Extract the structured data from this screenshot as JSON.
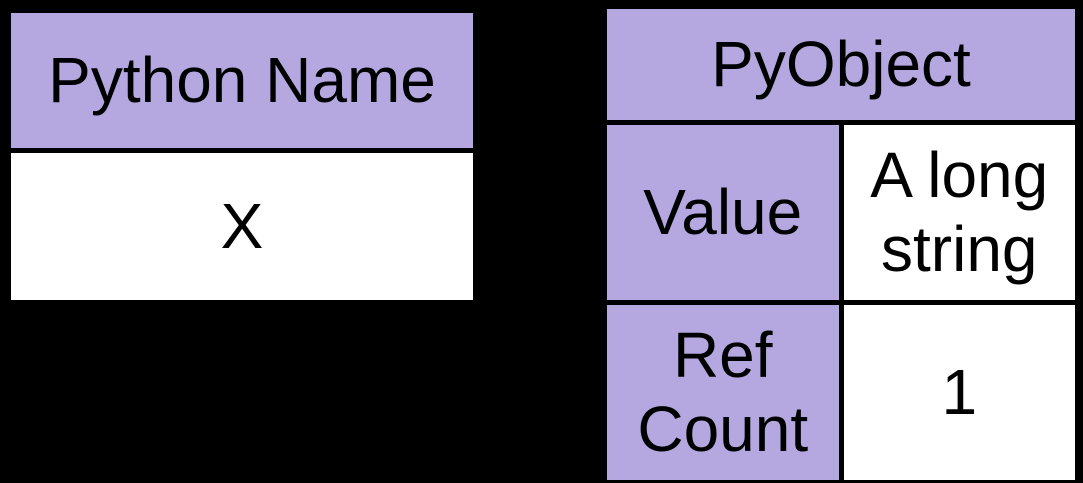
{
  "diagram": {
    "description": "Python name binding and reference count diagram",
    "colors": {
      "background": "#000000",
      "header_fill": "#b5a8e0",
      "cell_fill": "#ffffff",
      "border": "#000000",
      "text": "#000000"
    },
    "name_table": {
      "header": "Python Name",
      "value": "X"
    },
    "pyobject_table": {
      "header": "PyObject",
      "rows": [
        {
          "label": "Value",
          "value": "A long string"
        },
        {
          "label": "Ref Count",
          "value": "1"
        }
      ]
    }
  }
}
